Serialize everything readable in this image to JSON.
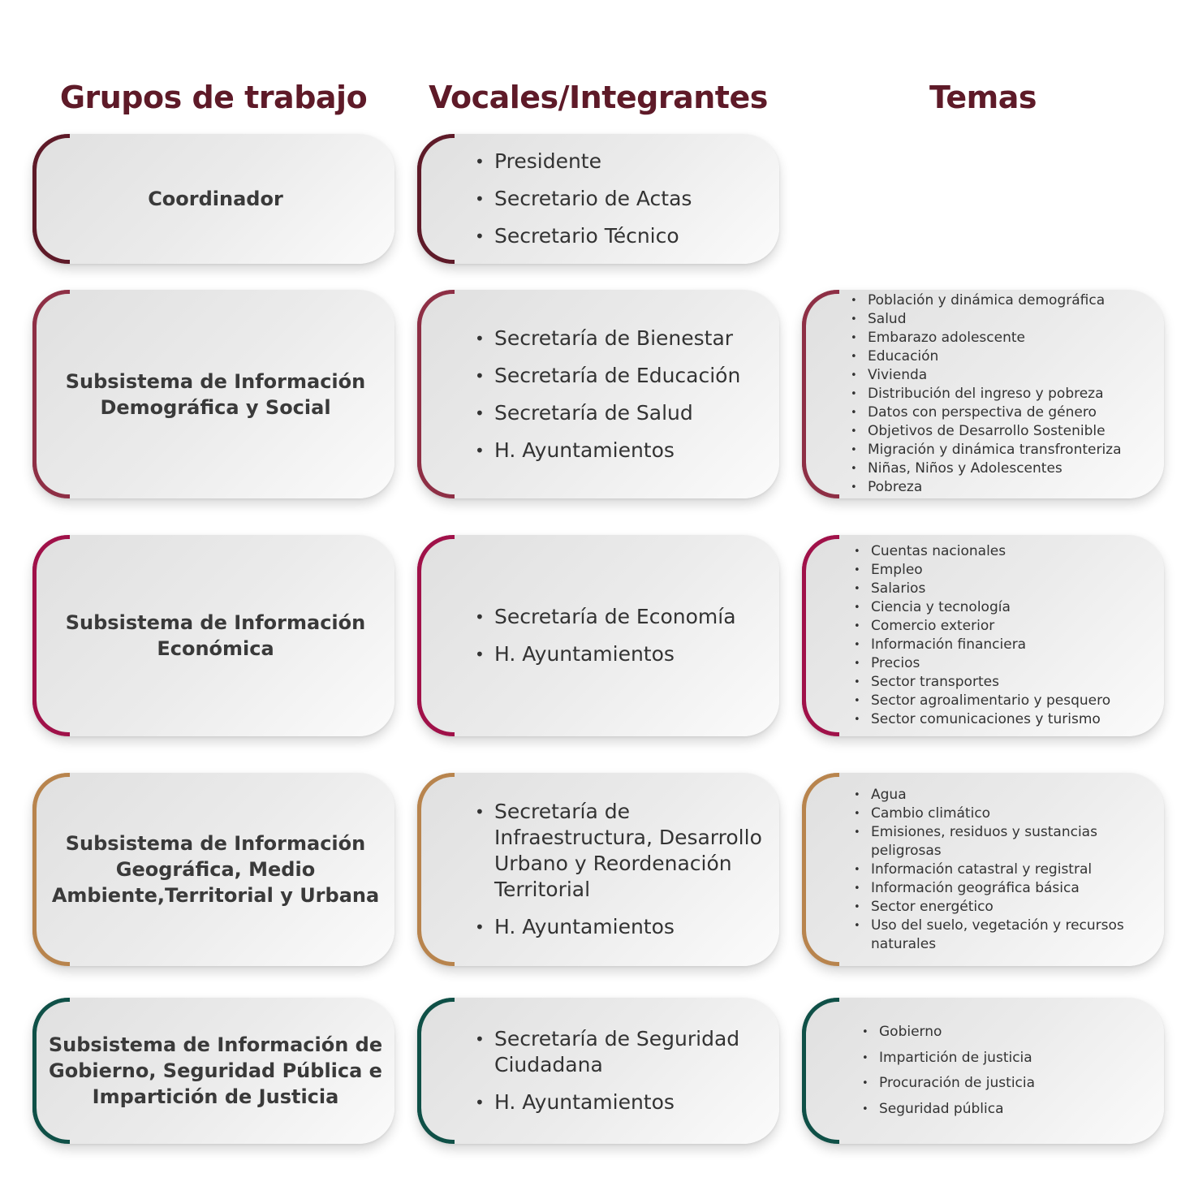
{
  "headers": {
    "groups": "Grupos de trabajo",
    "members": "Vocales/Integrantes",
    "topics": "Temas"
  },
  "accents": [
    "#5e1a28",
    "#8e2f45",
    "#a01149",
    "#b8844d",
    "#0f5047"
  ],
  "rows": [
    {
      "group": "Coordinador",
      "members": [
        "Presidente",
        "Secretario de Actas",
        "Secretario Técnico"
      ],
      "topics": []
    },
    {
      "group": "Subsistema de Información Demográfica y Social",
      "members": [
        "Secretaría de Bienestar",
        "Secretaría de Educación",
        "Secretaría de Salud",
        "H. Ayuntamientos"
      ],
      "topics": [
        "Población y dinámica demográfica",
        "Salud",
        "Embarazo adolescente",
        "Educación",
        "Vivienda",
        "Distribución del ingreso y pobreza",
        "Datos con perspectiva de género",
        "Objetivos de Desarrollo Sostenible",
        "Migración y dinámica transfronteriza",
        "Niñas, Niños y Adolescentes",
        "Pobreza"
      ]
    },
    {
      "group": "Subsistema de Información Económica",
      "members": [
        "Secretaría de Economía",
        "H. Ayuntamientos"
      ],
      "topics": [
        "Cuentas nacionales",
        "Empleo",
        "Salarios",
        "Ciencia y tecnología",
        "Comercio exterior",
        "Información financiera",
        "Precios",
        "Sector transportes",
        "Sector agroalimentario y pesquero",
        "Sector comunicaciones y turismo"
      ]
    },
    {
      "group": "Subsistema de Información Geográfica, Medio Ambiente,Territorial y Urbana",
      "members": [
        "Secretaría de Infraestructura, Desarrollo Urbano y Reordenación Territorial",
        "H. Ayuntamientos"
      ],
      "topics": [
        "Agua",
        "Cambio climático",
        "Emisiones, residuos y sustancias peligrosas",
        "Información catastral y registral",
        "Información geográfica básica",
        "Sector energético",
        "Uso del suelo, vegetación y recursos naturales"
      ]
    },
    {
      "group": "Subsistema de Información de Gobierno, Seguridad Pública e Impartición de Justicia",
      "members": [
        "Secretaría de Seguridad Ciudadana",
        "H. Ayuntamientos"
      ],
      "topics": [
        "Gobierno",
        "Impartición de justicia",
        "Procuración de justicia",
        "Seguridad pública"
      ]
    }
  ]
}
